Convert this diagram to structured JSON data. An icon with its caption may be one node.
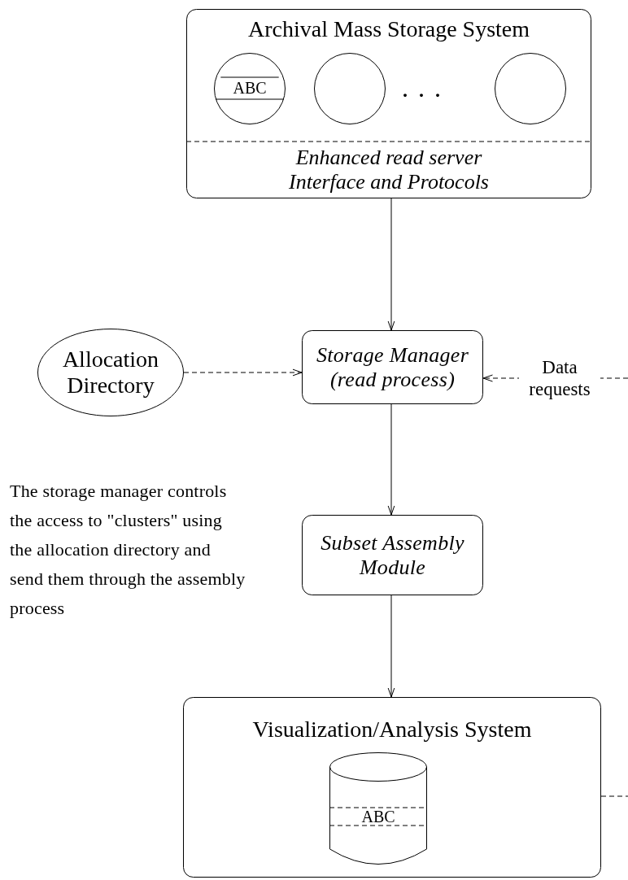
{
  "diagram": {
    "nodes": [
      {
        "text": [
          "Archival Mass Storage System",
          "Enhanced read server Interface and Protocols"
        ]
      },
      {
        "text": [
          "ABC"
        ],
        "in": 0
      },
      {
        "text": [],
        "shape": "circle",
        "in": 0
      },
      {
        "text": [],
        "shape": "circle",
        "in": 0
      },
      {
        "text": [
          "Allocation Directory"
        ]
      },
      {
        "text": [
          "Storage Manager (read process)"
        ]
      },
      {
        "text": [
          "Subset Assembly Module"
        ]
      },
      {
        "text": [
          "Visualization/Analysis System"
        ]
      },
      {
        "text": [
          "ABC"
        ],
        "in": 7
      }
    ],
    "edges": [
      {
        "from": 0,
        "to": 5,
        "arrow": "to"
      },
      {
        "from": 4,
        "to": 5,
        "arrow": "to",
        "style": "dashed"
      },
      {
        "from": null,
        "to": 5,
        "arrow": "to",
        "style": "dashed",
        "label": "Data requests"
      },
      {
        "from": 5,
        "to": 6,
        "arrow": "to"
      },
      {
        "from": 6,
        "to": 7,
        "arrow": "to"
      },
      {
        "from": 7,
        "to": null,
        "arrow": "none",
        "style": "dashed"
      }
    ],
    "labels": [
      "...",
      "The storage manager controls the access to \"clusters\" using the allocation directory and send them through the assembly process"
    ]
  }
}
